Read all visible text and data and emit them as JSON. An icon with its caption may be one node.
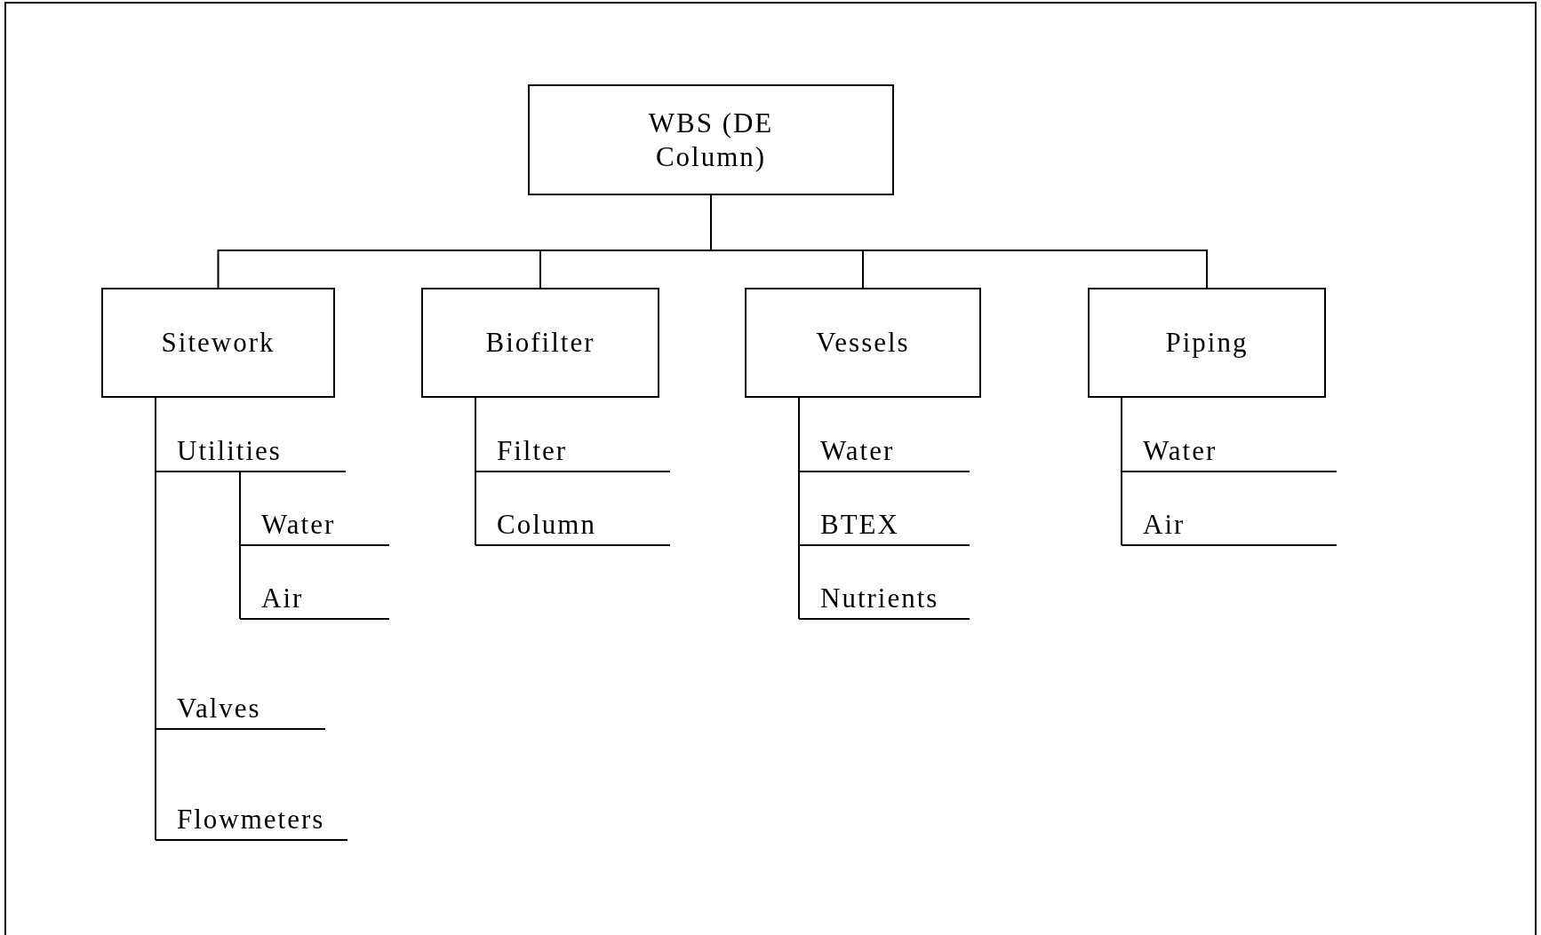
{
  "diagram": {
    "nodes": [
      {
        "text": [
          "WBS (DE Column)"
        ]
      },
      {
        "text": [
          "Sitework"
        ]
      },
      {
        "text": [
          "Biofilter"
        ]
      },
      {
        "text": [
          "Vessels"
        ]
      },
      {
        "text": [
          "Piping"
        ]
      },
      {
        "text": [
          "Utilities"
        ]
      },
      {
        "text": [
          "Water"
        ]
      },
      {
        "text": [
          "Air"
        ]
      },
      {
        "text": [
          "Valves"
        ]
      },
      {
        "text": [
          "Flowmeters"
        ]
      },
      {
        "text": [
          "Filter"
        ]
      },
      {
        "text": [
          "Column"
        ]
      },
      {
        "text": [
          "Water"
        ]
      },
      {
        "text": [
          "BTEX"
        ]
      },
      {
        "text": [
          "Nutrients"
        ]
      },
      {
        "text": [
          "Water"
        ]
      },
      {
        "text": [
          "Air"
        ]
      }
    ],
    "edges": [
      {
        "from": 0,
        "to": 1,
        "arrow": "none"
      },
      {
        "from": 0,
        "to": 2,
        "arrow": "none"
      },
      {
        "from": 0,
        "to": 3,
        "arrow": "none"
      },
      {
        "from": 0,
        "to": 4,
        "arrow": "none"
      },
      {
        "from": 1,
        "to": 5,
        "arrow": "none"
      },
      {
        "from": 5,
        "to": 6,
        "arrow": "none"
      },
      {
        "from": 5,
        "to": 7,
        "arrow": "none"
      },
      {
        "from": 1,
        "to": 8,
        "arrow": "none"
      },
      {
        "from": 1,
        "to": 9,
        "arrow": "none"
      },
      {
        "from": 2,
        "to": 10,
        "arrow": "none"
      },
      {
        "from": 2,
        "to": 11,
        "arrow": "none"
      },
      {
        "from": 3,
        "to": 12,
        "arrow": "none"
      },
      {
        "from": 3,
        "to": 13,
        "arrow": "none"
      },
      {
        "from": 3,
        "to": 14,
        "arrow": "none"
      },
      {
        "from": 4,
        "to": 15,
        "arrow": "none"
      },
      {
        "from": 4,
        "to": 16,
        "arrow": "none"
      }
    ]
  }
}
